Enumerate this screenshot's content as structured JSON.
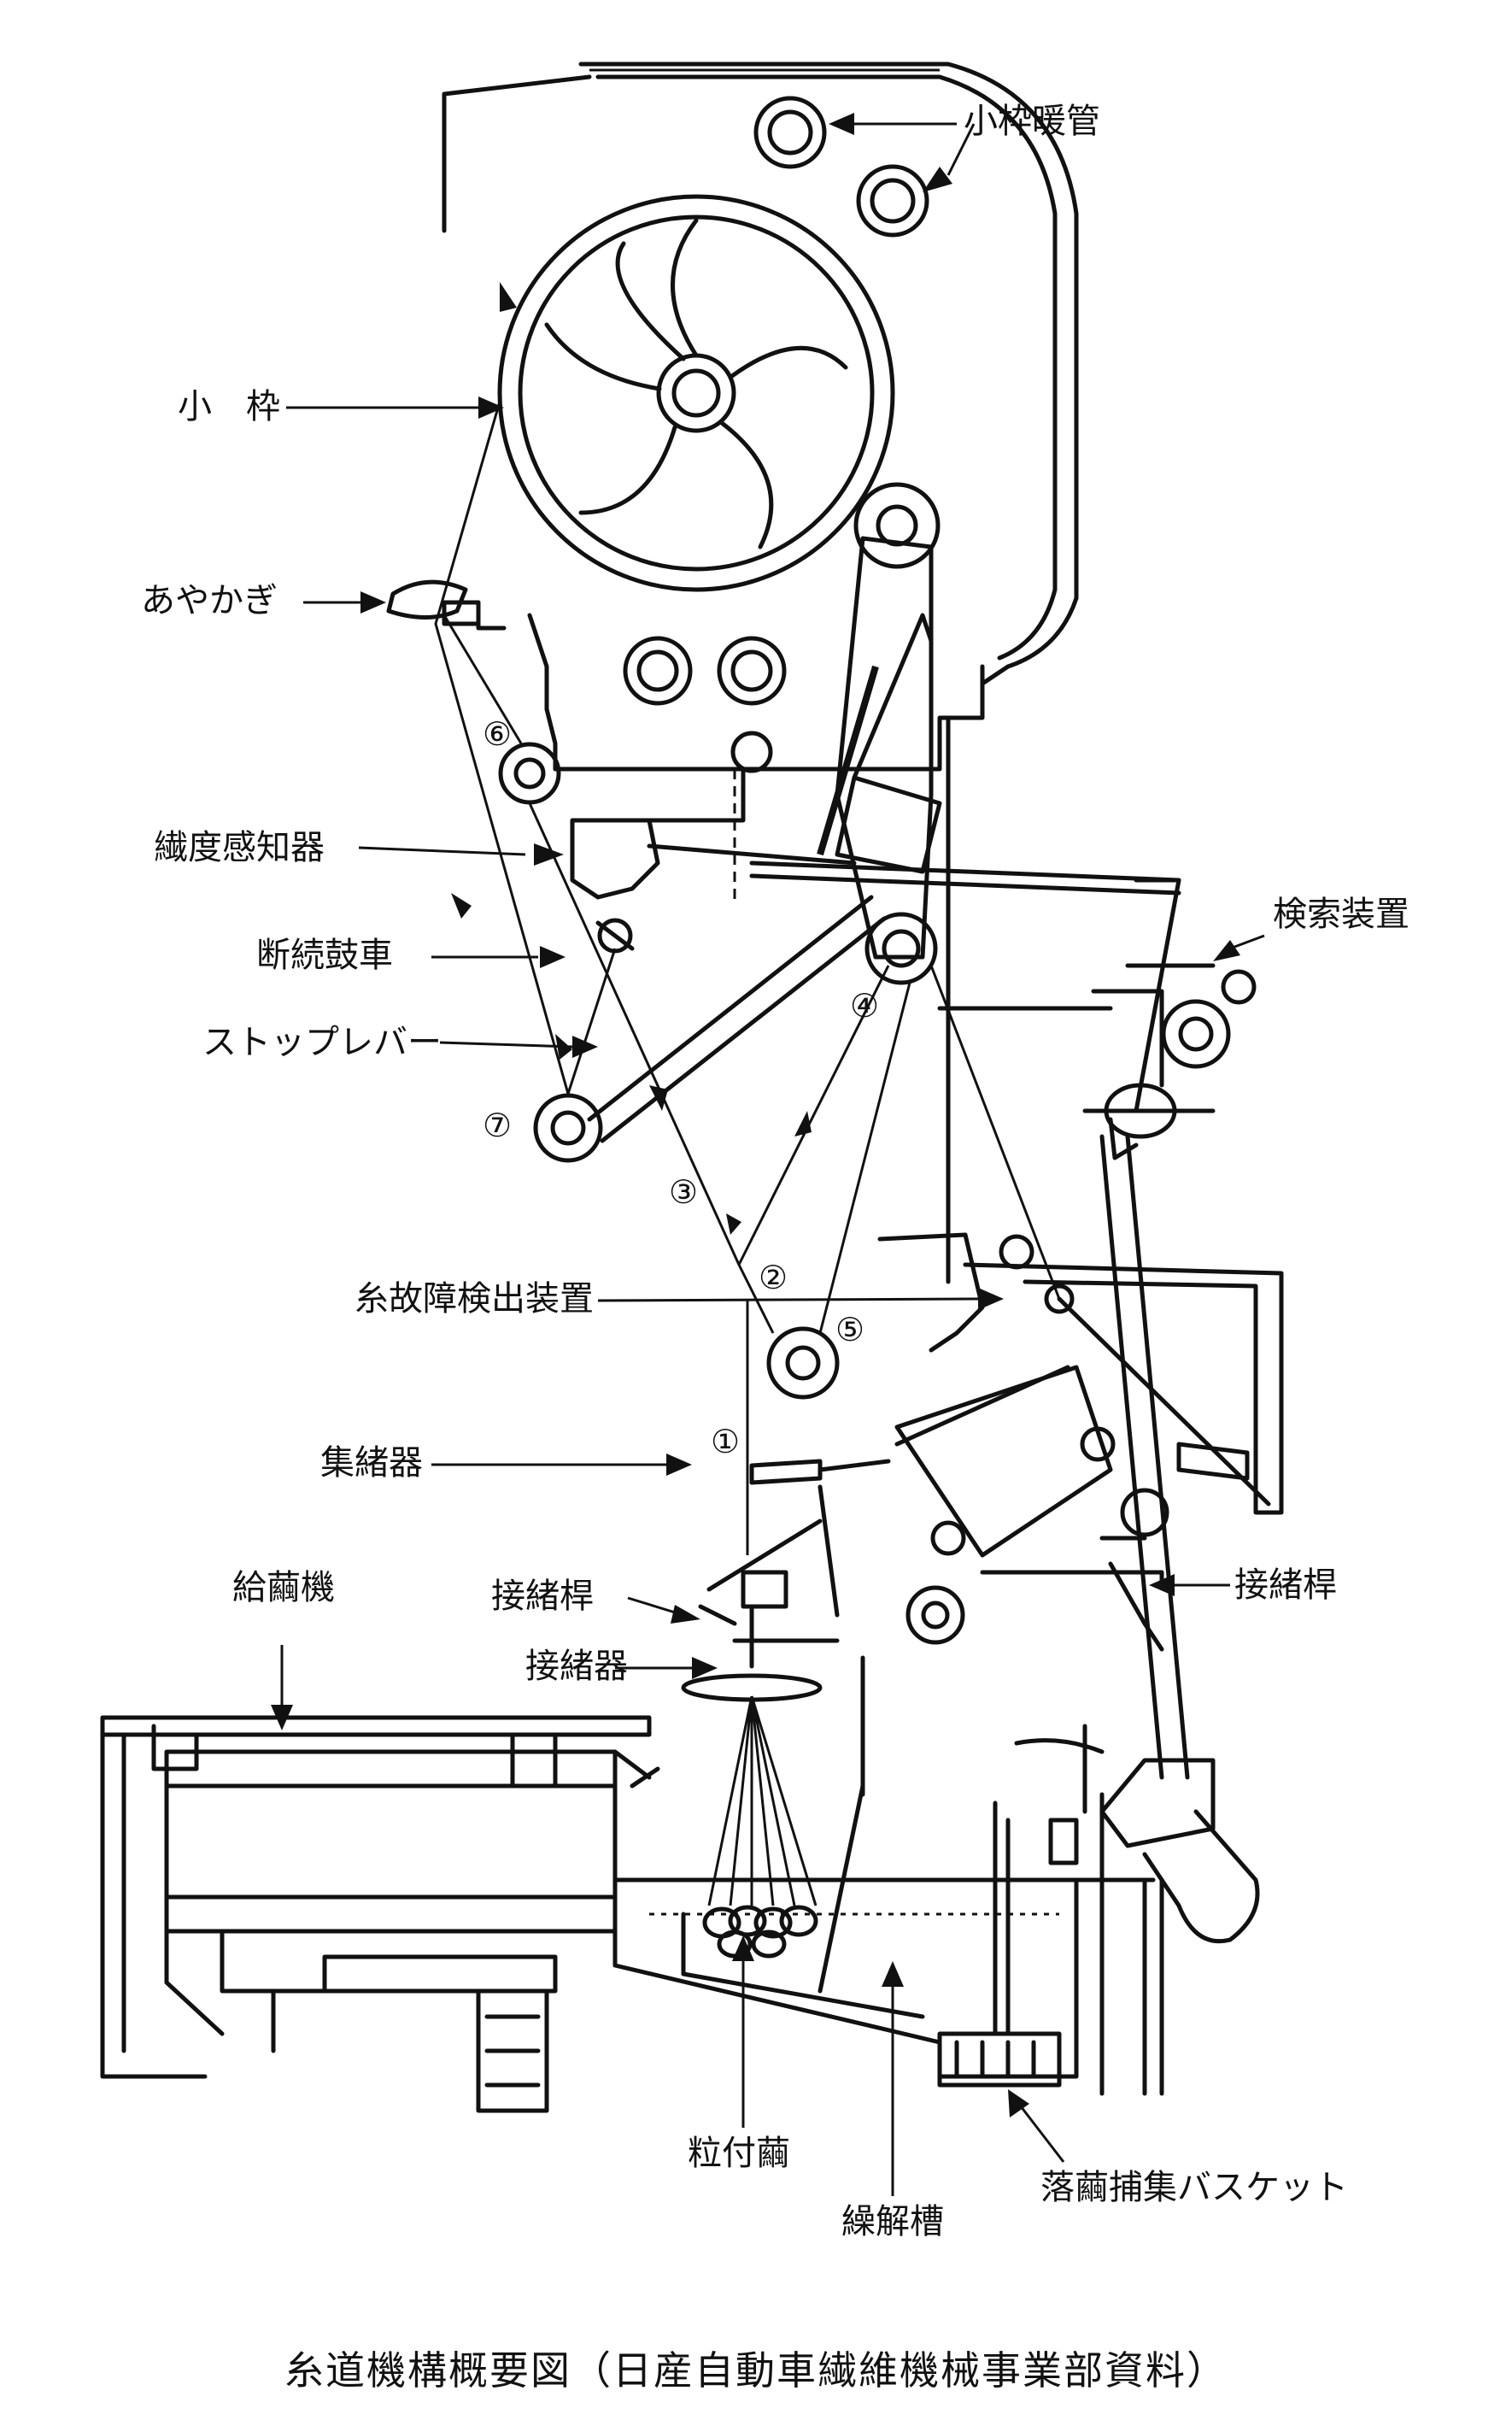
{
  "labels": {
    "small_frame_heater": "小枠暖管",
    "small_frame": "小　枠",
    "ayakagi": "あやかぎ",
    "denier_sensor": "繊度感知器",
    "intermittent_drum": "断続鼓車",
    "stop_lever": "ストップレバー",
    "search_device": "検索装置",
    "thread_fault_detector": "糸故障検出装置",
    "collector": "集緒器",
    "cocoon_feeder": "給繭機",
    "joining_lever_left": "接緒桿",
    "joining_lever_right": "接緒桿",
    "joiner": "接緒器",
    "grained_cocoon": "粒付繭",
    "reeling_basin": "繰解槽",
    "dropped_cocoon_basket": "落繭捕集バスケット"
  },
  "markers": [
    "①",
    "②",
    "③",
    "④",
    "⑤",
    "⑥",
    "⑦"
  ],
  "caption": "糸道機構概要図（日産自動車繊維機械事業部資料）"
}
